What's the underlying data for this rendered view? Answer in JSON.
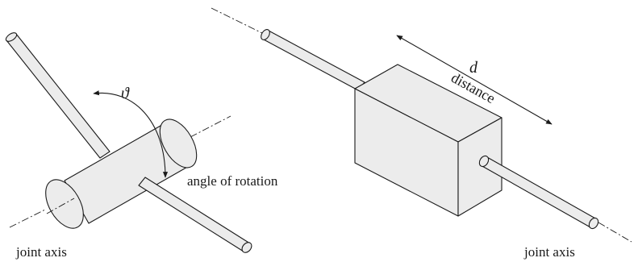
{
  "revolute": {
    "symbol": "ϑ",
    "angle_label": "angle of rotation",
    "axis_label": "joint axis"
  },
  "prismatic": {
    "symbol": "d",
    "distance_label": "distance",
    "axis_label": "joint axis"
  }
}
